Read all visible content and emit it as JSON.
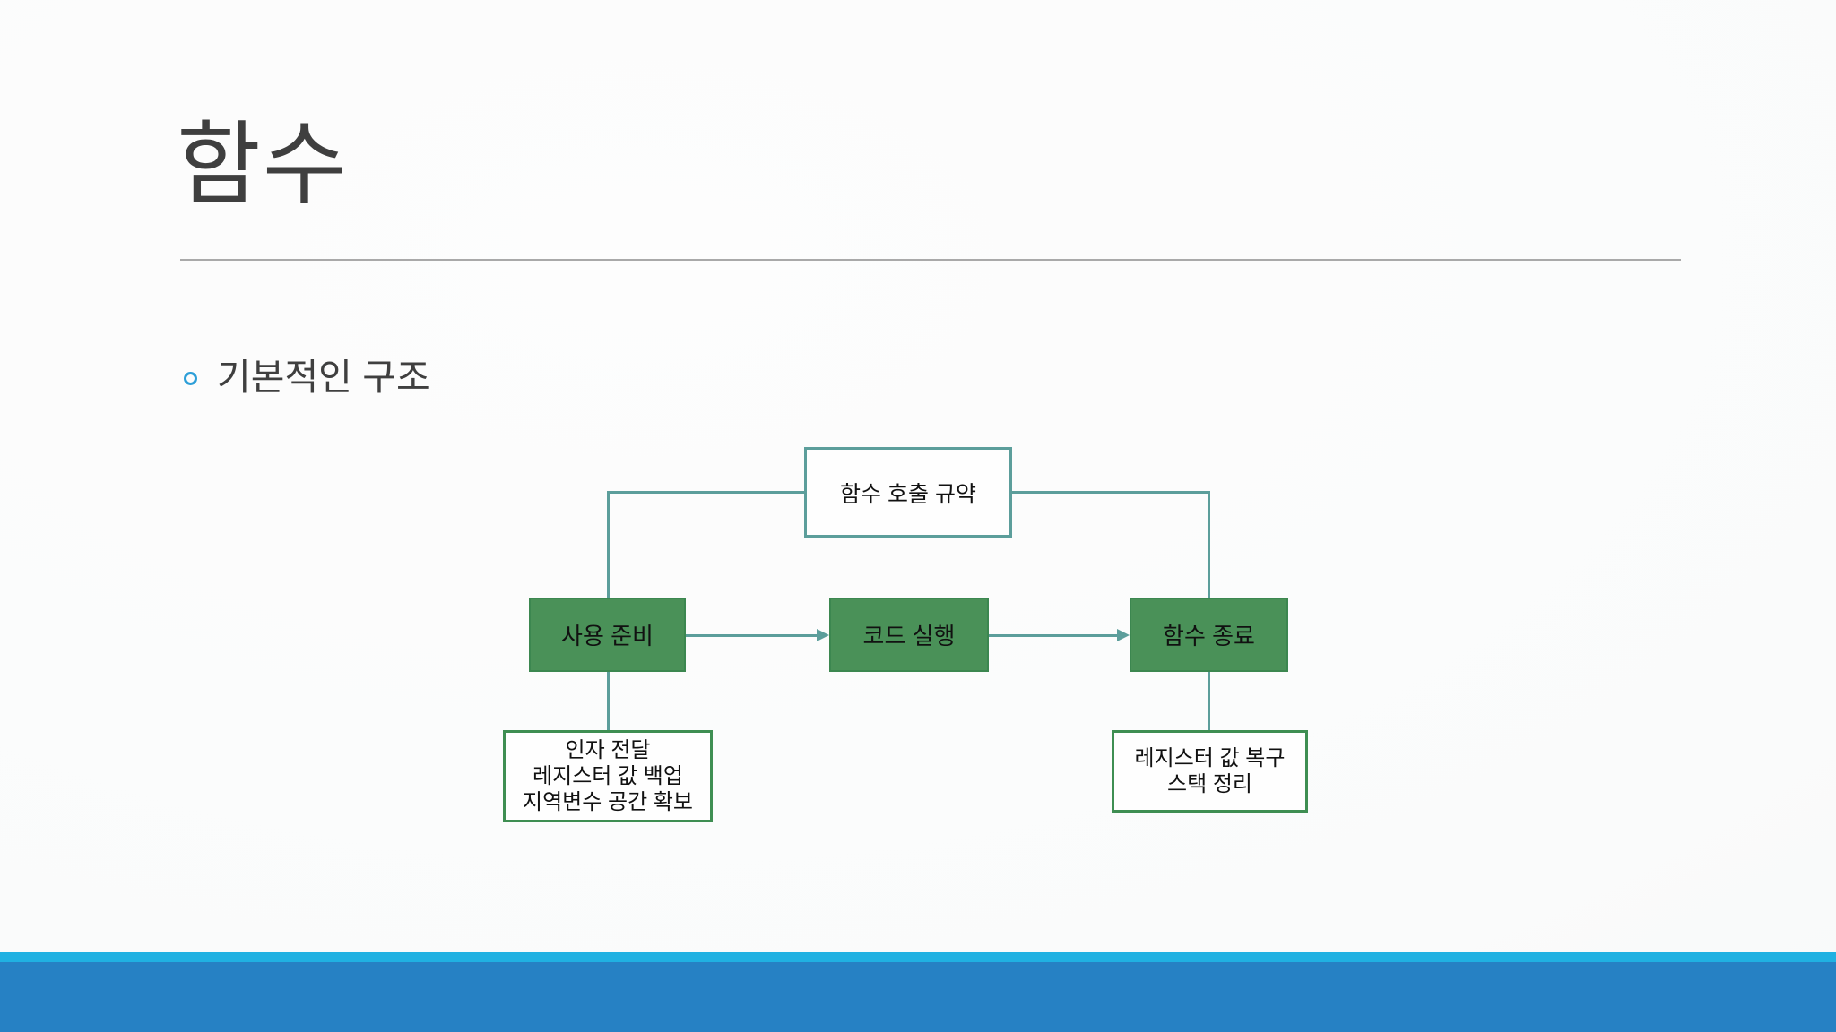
{
  "slide": {
    "title": "함수",
    "bullet": "기본적인 구조",
    "diagram": {
      "top_box": "함수 호출 규약",
      "steps": [
        "사용 준비",
        "코드 실행",
        "함수 종료"
      ],
      "left_note_lines": [
        "인자 전달",
        "레지스터 값 백업",
        "지역변수 공간 확보"
      ],
      "right_note_lines": [
        "레지스터 값 복구",
        "스택 정리"
      ]
    },
    "colors": {
      "title_text": "#3F3F3F",
      "rule_gray": "#A9A9A9",
      "bullet_blue": "#2E9FD8",
      "teal_line": "#5C9E9B",
      "green_fill": "#4A9158",
      "green_fill_border": "#3C8750",
      "note_border_green": "#3E8E52",
      "box_text": "#111111",
      "bar_cyan": "#20B1E2",
      "bar_blue": "#2681C4"
    }
  }
}
